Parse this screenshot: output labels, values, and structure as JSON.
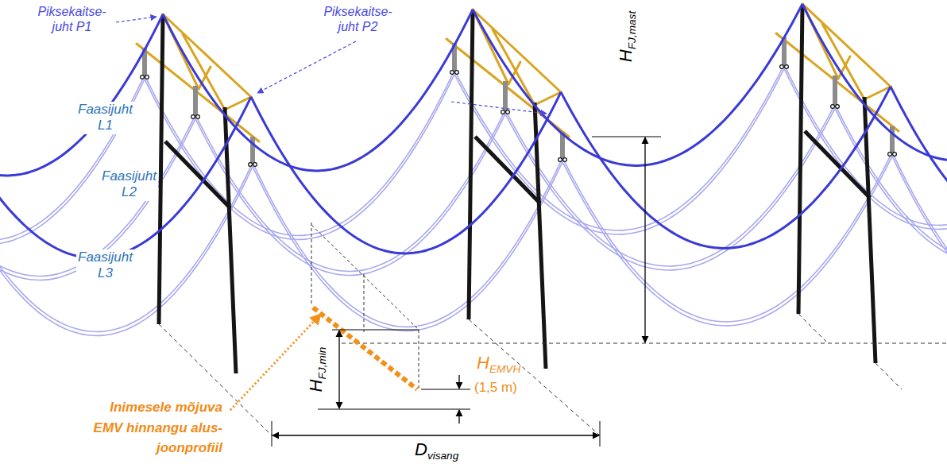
{
  "diagram": {
    "labels": [
      "Piksekaitse- juht P1",
      "Piksekaitse- juht P2",
      "Faasijuht L1",
      "Faasijuht L2",
      "Faasijuht L3",
      "HFJ,mast",
      "Inimesele mõjuva EMV hinnangu alus-joonprofiil",
      "HFJ,min",
      "HEMVH",
      "(1,5 m)",
      "Dvisang"
    ]
  }
}
